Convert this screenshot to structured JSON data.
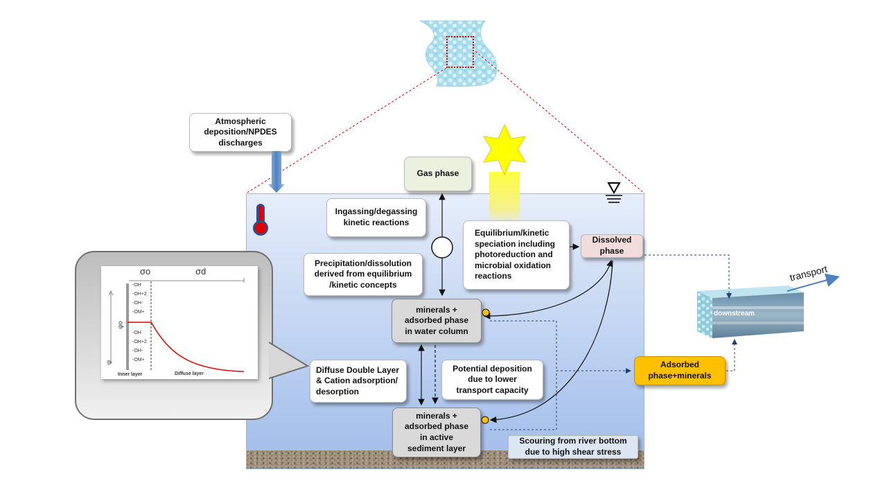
{
  "labels": {
    "atmospheric": "Atmospheric\ndeposition/NPDES\ndischarges",
    "gas_phase": "Gas phase",
    "ingassing": "Ingassing/degassing\nkinetic reactions",
    "precipitation": "Precipitation/dissolution\nderived from equilibrium\n/kinetic concepts",
    "speciation": "Equilibrium/kinetic\nspeciation including\nphotoreduction and\nmicrobial oxidation\nreactions",
    "dissolved": "Dissolved\nphase",
    "minerals_water": "minerals  +\nadsorbed phase\nin water column",
    "potential_deposition": "Potential deposition\ndue to lower\ntransport capacity",
    "adsorbed_minerals": "Adsorbed\nphase+minerals",
    "ddl": "Diffuse Double Layer\n& Cation adsorption/\ndesorption",
    "minerals_sediment": "minerals  +\nadsorbed phase\nin active\nsediment layer",
    "scouring": "Scouring from river bottom\ndue to high shear stress",
    "downstream": "downstream",
    "transport": "transport"
  },
  "inset": {
    "sigma_o": "σo",
    "sigma_d": "σd",
    "psi_o": "ψo",
    "psi": "ψ",
    "upper_groups": [
      "-OH",
      "-OH+2",
      "-OH-",
      "-OM+"
    ],
    "lower_groups": [
      "-OH",
      "-OH+2",
      "-OH-",
      "-OM+"
    ],
    "inner_layer": "Inner layer",
    "diffuse_layer": "Diffuse layer"
  },
  "icons": {
    "thermometer": "thermometer-icon",
    "sun": "sun-icon",
    "water_level": "water-level-icon"
  },
  "colors": {
    "water_top": "#e6eefa",
    "water_bottom": "#a2bde9",
    "adsorbed_box": "#ffc000",
    "dissolved_box": "#f2dcdb",
    "gas_box": "#ebf1de",
    "minerals_box": "#d9d9d9",
    "inflow_arrow": "#4f81bd",
    "sun": "#ffff00",
    "zoom_line": "#e00000"
  }
}
